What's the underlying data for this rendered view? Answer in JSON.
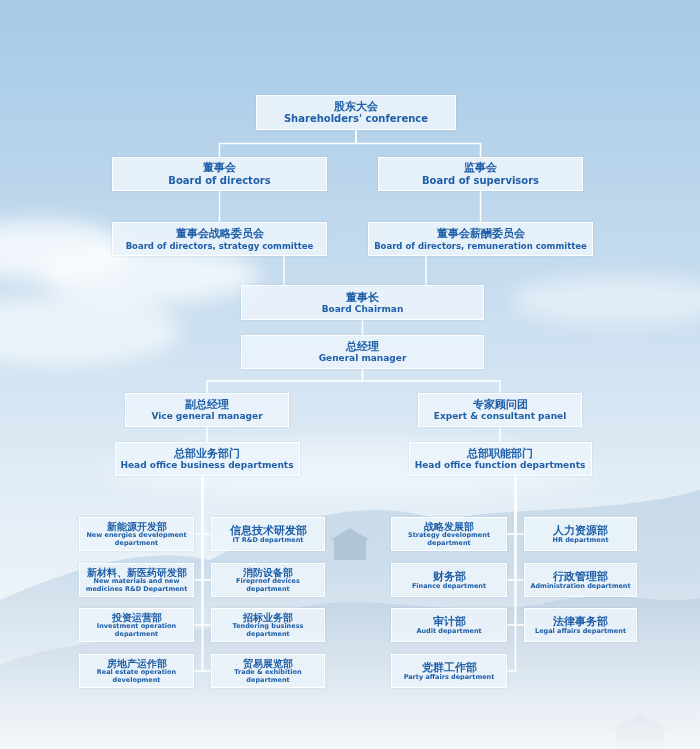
{
  "diagram": {
    "nodes": [
      {
        "text": [
          "股东大会",
          "Shareholders' conference"
        ]
      },
      {
        "text": [
          "董事会",
          "Board of directors"
        ]
      },
      {
        "text": [
          "监事会",
          "Board of supervisors"
        ]
      },
      {
        "text": [
          "董事会战略委员会",
          "Board of directors, strategy committee"
        ]
      },
      {
        "text": [
          "董事会薪酬委员会",
          "Board of directors, remuneration committee"
        ]
      },
      {
        "text": [
          "董事长",
          "Board Chairman"
        ]
      },
      {
        "text": [
          "总经理",
          "General manager"
        ]
      },
      {
        "text": [
          "副总经理",
          "Vice general manager"
        ]
      },
      {
        "text": [
          "专家顾问团",
          "Expert & consultant panel"
        ]
      },
      {
        "text": [
          "总部业务部门",
          "Head office business departments"
        ]
      },
      {
        "text": [
          "总部职能部门",
          "Head office function departments"
        ]
      },
      {
        "text": [
          "新能源开发部",
          "New energies development department"
        ]
      },
      {
        "text": [
          "信息技术研发部",
          "IT R&D department"
        ]
      },
      {
        "text": [
          "新材料、新医药研发部",
          "New materials and new medicines R&D Department"
        ]
      },
      {
        "text": [
          "消防设备部",
          "Fireproof devices department"
        ]
      },
      {
        "text": [
          "投资运营部",
          "Investment operation department"
        ]
      },
      {
        "text": [
          "招标业务部",
          "Tendering business department"
        ]
      },
      {
        "text": [
          "房地产运作部",
          "Real estate operation development"
        ]
      },
      {
        "text": [
          "贸易展览部",
          "Trade & exhibition department"
        ]
      },
      {
        "text": [
          "战略发展部",
          "Strategy development department"
        ]
      },
      {
        "text": [
          "人力资源部",
          "HR department"
        ]
      },
      {
        "text": [
          "财务部",
          "Finance department"
        ]
      },
      {
        "text": [
          "行政管理部",
          "Administration department"
        ]
      },
      {
        "text": [
          "审计部",
          "Audit department"
        ]
      },
      {
        "text": [
          "法律事务部",
          "Legal affairs department"
        ]
      },
      {
        "text": [
          "党群工作部",
          "Party affairs department"
        ]
      }
    ],
    "edges": [
      {
        "from": 0,
        "to": 1,
        "arrow": "none"
      },
      {
        "from": 0,
        "to": 2,
        "arrow": "none"
      },
      {
        "from": 1,
        "to": 3,
        "arrow": "none"
      },
      {
        "from": 2,
        "to": 4,
        "arrow": "none"
      },
      {
        "from": 3,
        "to": 5,
        "arrow": "none"
      },
      {
        "from": 4,
        "to": 5,
        "arrow": "none"
      },
      {
        "from": 5,
        "to": 6,
        "arrow": "none"
      },
      {
        "from": 6,
        "to": 7,
        "arrow": "none"
      },
      {
        "from": 6,
        "to": 8,
        "arrow": "none"
      },
      {
        "from": 7,
        "to": 9,
        "arrow": "none"
      },
      {
        "from": 8,
        "to": 10,
        "arrow": "none"
      },
      {
        "from": 9,
        "to": 11,
        "arrow": "none"
      },
      {
        "from": 9,
        "to": 12,
        "arrow": "none"
      },
      {
        "from": 9,
        "to": 13,
        "arrow": "none"
      },
      {
        "from": 9,
        "to": 14,
        "arrow": "none"
      },
      {
        "from": 9,
        "to": 15,
        "arrow": "none"
      },
      {
        "from": 9,
        "to": 16,
        "arrow": "none"
      },
      {
        "from": 9,
        "to": 17,
        "arrow": "none"
      },
      {
        "from": 9,
        "to": 18,
        "arrow": "none"
      },
      {
        "from": 10,
        "to": 19,
        "arrow": "none"
      },
      {
        "from": 10,
        "to": 20,
        "arrow": "none"
      },
      {
        "from": 10,
        "to": 21,
        "arrow": "none"
      },
      {
        "from": 10,
        "to": 22,
        "arrow": "none"
      },
      {
        "from": 10,
        "to": 23,
        "arrow": "none"
      },
      {
        "from": 10,
        "to": 24,
        "arrow": "none"
      },
      {
        "from": 10,
        "to": 25,
        "arrow": "none"
      }
    ]
  }
}
